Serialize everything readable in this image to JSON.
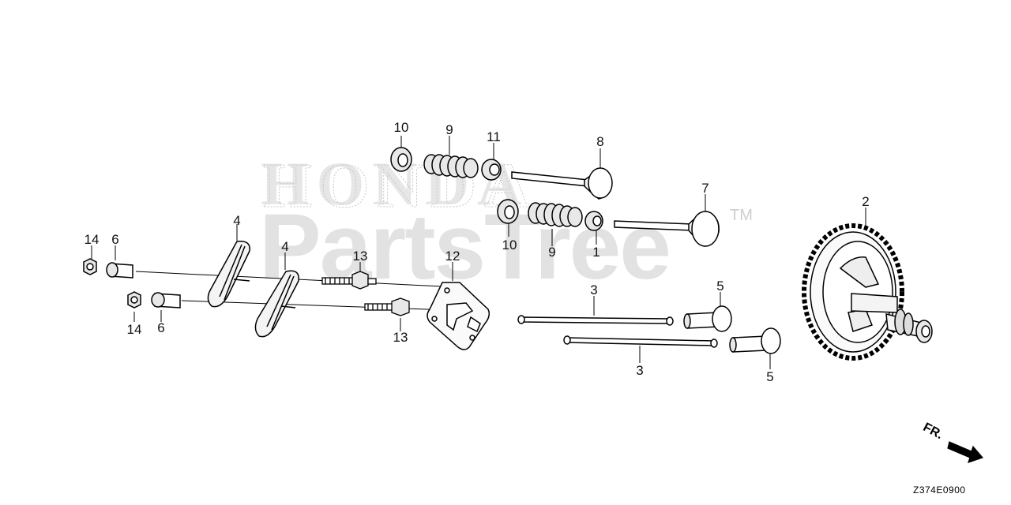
{
  "watermark": {
    "brand": "HONDA",
    "site": "PartsTree",
    "tm": "TM"
  },
  "callouts": [
    {
      "id": "c10a",
      "text": "10"
    },
    {
      "id": "c9a",
      "text": "9"
    },
    {
      "id": "c11",
      "text": "11"
    },
    {
      "id": "c8",
      "text": "8"
    },
    {
      "id": "c7",
      "text": "7"
    },
    {
      "id": "c2",
      "text": "2"
    },
    {
      "id": "c10b",
      "text": "10"
    },
    {
      "id": "c9b",
      "text": "9"
    },
    {
      "id": "c1",
      "text": "1"
    },
    {
      "id": "c4a",
      "text": "4"
    },
    {
      "id": "c4b",
      "text": "4"
    },
    {
      "id": "c14a",
      "text": "14"
    },
    {
      "id": "c6a",
      "text": "6"
    },
    {
      "id": "c13a",
      "text": "13"
    },
    {
      "id": "c12",
      "text": "12"
    },
    {
      "id": "c14b",
      "text": "14"
    },
    {
      "id": "c6b",
      "text": "6"
    },
    {
      "id": "c13b",
      "text": "13"
    },
    {
      "id": "c3a",
      "text": "3"
    },
    {
      "id": "c5a",
      "text": "5"
    },
    {
      "id": "c3b",
      "text": "3"
    },
    {
      "id": "c5b",
      "text": "5"
    }
  ],
  "direction_label": "FR.",
  "diagram_code": "Z374E0900"
}
